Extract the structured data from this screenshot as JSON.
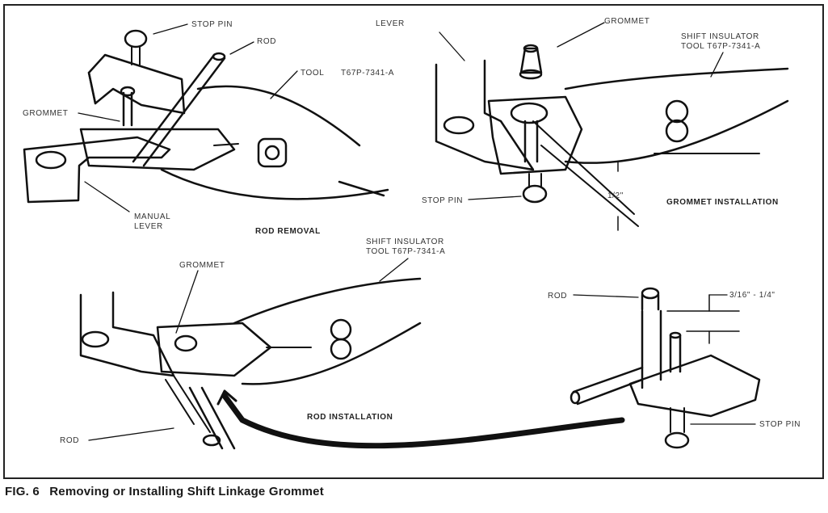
{
  "caption": {
    "figure_number": "FIG. 6",
    "title": "Removing or Installing Shift Linkage Grommet"
  },
  "panels": {
    "rod_removal": {
      "title": "ROD REMOVAL",
      "labels": {
        "stop_pin": "STOP PIN",
        "rod": "ROD",
        "tool": "TOOL",
        "tool_number": "T67P-7341-A",
        "grommet": "GROMMET",
        "manual_lever_line1": "MANUAL",
        "manual_lever_line2": "LEVER"
      }
    },
    "grommet_installation": {
      "title": "GROMMET INSTALLATION",
      "labels": {
        "lever": "LEVER",
        "grommet": "GROMMET",
        "tool_line1": "SHIFT INSULATOR",
        "tool_line2": "TOOL  T67P-7341-A",
        "stop_pin": "STOP PIN",
        "dimension": "1/2\""
      }
    },
    "rod_installation": {
      "title": "ROD INSTALLATION",
      "labels": {
        "tool_line1": "SHIFT INSULATOR",
        "tool_line2": "TOOL  T67P-7341-A",
        "grommet": "GROMMET",
        "rod": "ROD"
      }
    },
    "detail": {
      "labels": {
        "rod": "ROD",
        "dimension": "3/16\" - 1/4\"",
        "stop_pin": "STOP PIN"
      }
    }
  }
}
